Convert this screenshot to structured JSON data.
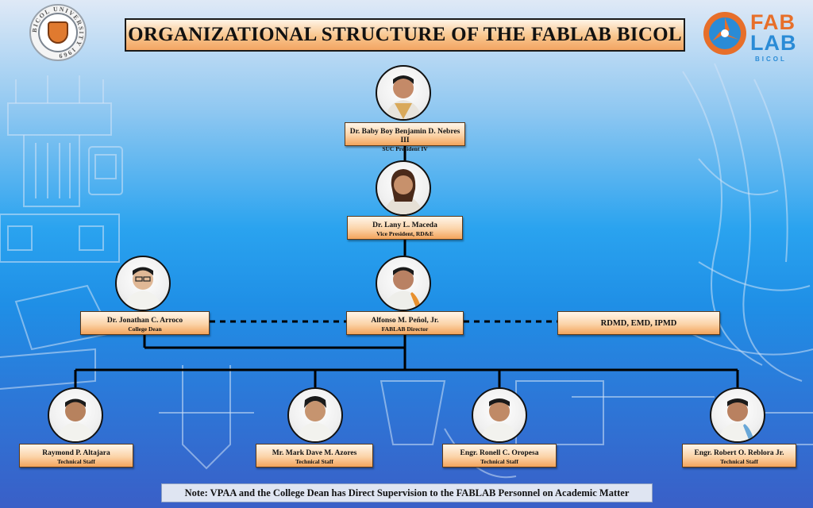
{
  "title": "ORGANIZATIONAL STRUCTURE OF THE FABLAB BICOL",
  "seal": {
    "text": "BICOL UNIVERSITY 1969"
  },
  "logo": {
    "line1": "FAB",
    "line2": "LAB",
    "line3": "BICOL"
  },
  "org": {
    "president": {
      "name": "Dr. Baby Boy Benjamin D. Nebres III",
      "role": "SUC President IV"
    },
    "vice_president": {
      "name": "Dr. Lany L. Maceda",
      "role": "Vice President, RD&E"
    },
    "dean": {
      "name": "Dr. Jonathan C. Arroco",
      "role": "College Dean"
    },
    "director": {
      "name": "Alfonso M. Peñol, Jr.",
      "role": "FABLAB Director"
    },
    "offices": {
      "name": "RDMD, EMD, IPMD"
    },
    "staff": [
      {
        "name": "Raymond P. Altajara",
        "role": "Technical Staff"
      },
      {
        "name": "Mr. Mark Dave M. Azores",
        "role": "Technical Staff"
      },
      {
        "name": "Engr. Ronell C. Oropesa",
        "role": "Technical Staff"
      },
      {
        "name": "Engr. Robert O. Reblora Jr.",
        "role": "Technical Staff"
      }
    ]
  },
  "note": "Note: VPAA and the College Dean has Direct Supervision to the FABLAB Personnel on Academic Matter",
  "colors": {
    "box_top": "#fff6ea",
    "box_bottom": "#f3a45c",
    "logo_orange": "#e76f2a",
    "logo_blue": "#2a8bd6"
  }
}
